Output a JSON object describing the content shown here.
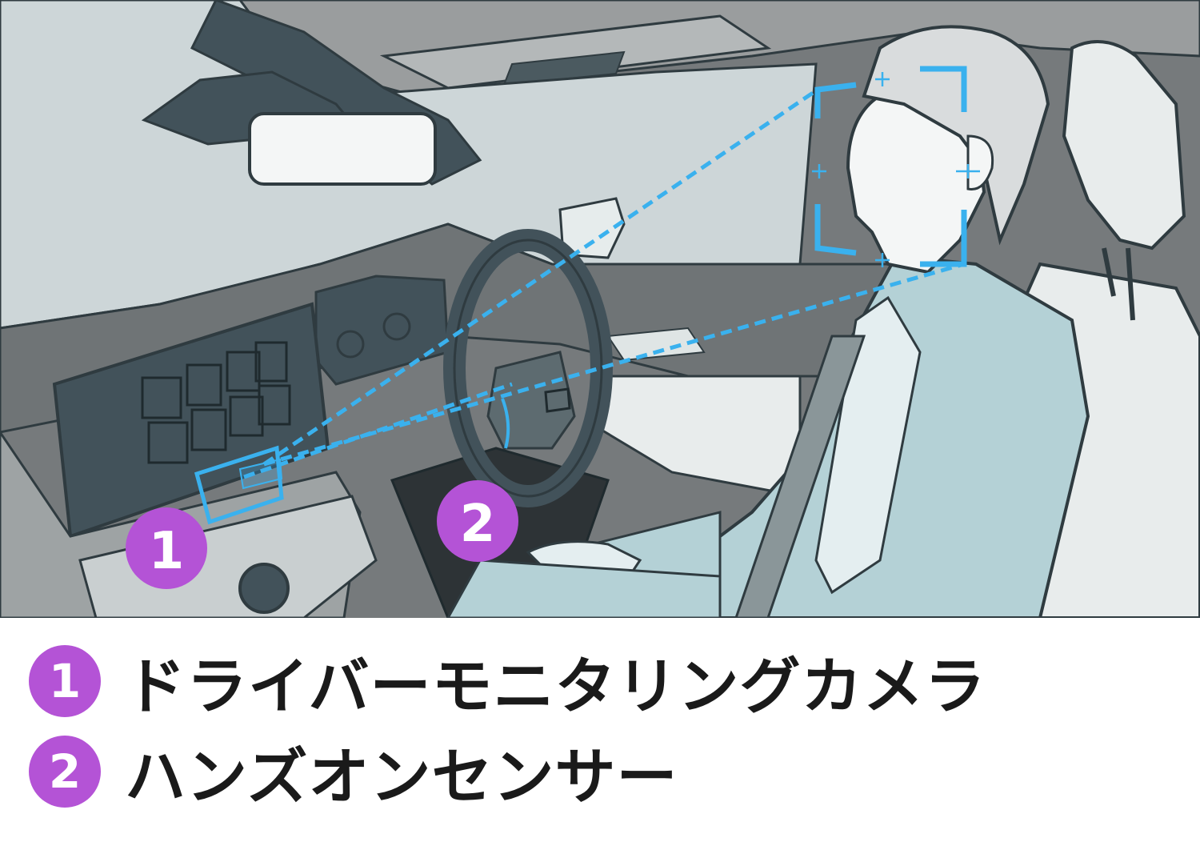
{
  "colors": {
    "accent_purple": "#b453d6",
    "sensor_blue": "#3ab1ee",
    "exterior_sky": "#cdd6d8",
    "interior_gray": "#767a7c",
    "interior_dark": "#42525a",
    "driver_shirt": "#b4d1d6",
    "text_dark": "#1a1a1a"
  },
  "markers": [
    {
      "number": "1",
      "target": "driver-monitoring-camera"
    },
    {
      "number": "2",
      "target": "hands-on-sensor"
    }
  ],
  "legend": [
    {
      "number": "1",
      "label": "ドライバーモニタリングカメラ"
    },
    {
      "number": "2",
      "label": "ハンズオンセンサー"
    }
  ],
  "icons": [
    "camera-detection-frame-icon",
    "sight-line-icon"
  ]
}
